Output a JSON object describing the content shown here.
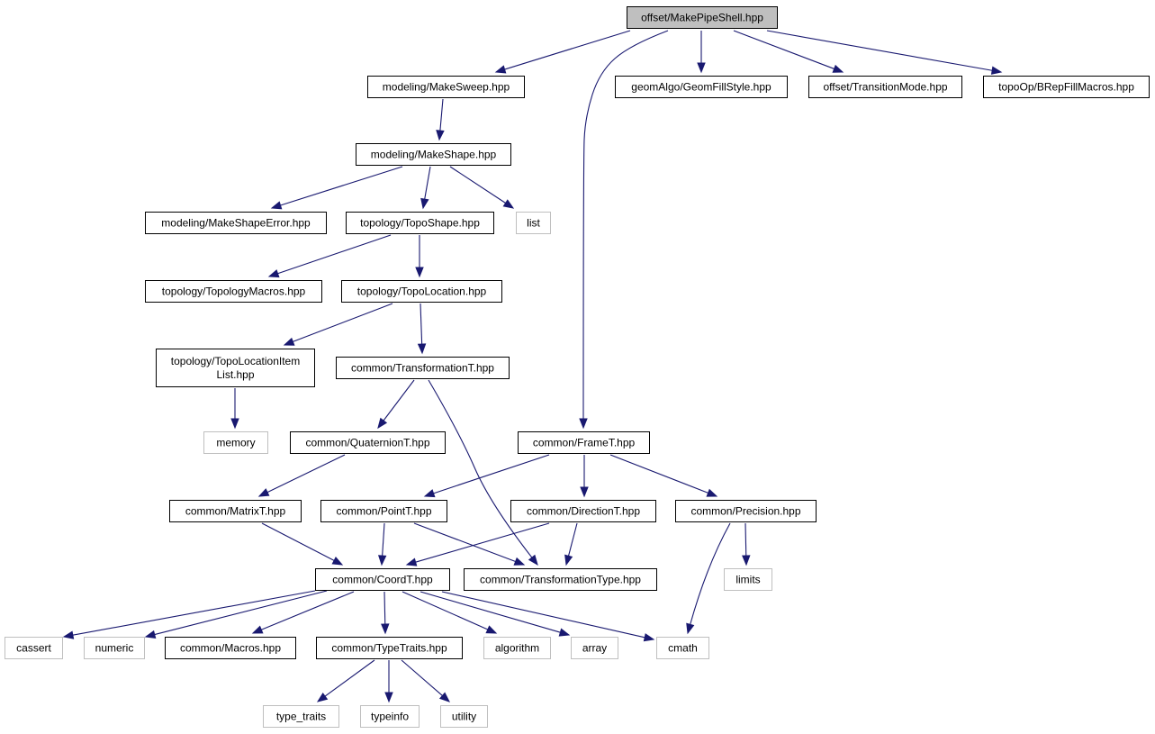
{
  "colors": {
    "edge": "#191970",
    "root_fill": "#bfbfbf",
    "local_border": "#000000",
    "system_border": "#bfbfbf",
    "text": "#000000",
    "background": "#ffffff"
  },
  "nodes": [
    {
      "id": "make_pipe_shell",
      "kind": "root",
      "lines": [
        "offset/MakePipeShell.hpp"
      ]
    },
    {
      "id": "make_sweep",
      "kind": "local",
      "lines": [
        "modeling/MakeSweep.hpp"
      ]
    },
    {
      "id": "geom_fill_style",
      "kind": "local",
      "lines": [
        "geomAlgo/GeomFillStyle.hpp"
      ]
    },
    {
      "id": "transition_mode",
      "kind": "local",
      "lines": [
        "offset/TransitionMode.hpp"
      ]
    },
    {
      "id": "brep_fill_macros",
      "kind": "local",
      "lines": [
        "topoOp/BRepFillMacros.hpp"
      ]
    },
    {
      "id": "make_shape",
      "kind": "local",
      "lines": [
        "modeling/MakeShape.hpp"
      ]
    },
    {
      "id": "make_shape_error",
      "kind": "local",
      "lines": [
        "modeling/MakeShapeError.hpp"
      ]
    },
    {
      "id": "topo_shape",
      "kind": "local",
      "lines": [
        "topology/TopoShape.hpp"
      ]
    },
    {
      "id": "list",
      "kind": "system",
      "lines": [
        "list"
      ]
    },
    {
      "id": "topology_macros",
      "kind": "local",
      "lines": [
        "topology/TopologyMacros.hpp"
      ]
    },
    {
      "id": "topo_location",
      "kind": "local",
      "lines": [
        "topology/TopoLocation.hpp"
      ]
    },
    {
      "id": "topo_location_item_list",
      "kind": "local",
      "lines": [
        "topology/TopoLocationItem",
        "List.hpp"
      ]
    },
    {
      "id": "transformation_t",
      "kind": "local",
      "lines": [
        "common/TransformationT.hpp"
      ]
    },
    {
      "id": "memory",
      "kind": "system",
      "lines": [
        "memory"
      ]
    },
    {
      "id": "quaternion_t",
      "kind": "local",
      "lines": [
        "common/QuaternionT.hpp"
      ]
    },
    {
      "id": "frame_t",
      "kind": "local",
      "lines": [
        "common/FrameT.hpp"
      ]
    },
    {
      "id": "matrix_t",
      "kind": "local",
      "lines": [
        "common/MatrixT.hpp"
      ]
    },
    {
      "id": "point_t",
      "kind": "local",
      "lines": [
        "common/PointT.hpp"
      ]
    },
    {
      "id": "direction_t",
      "kind": "local",
      "lines": [
        "common/DirectionT.hpp"
      ]
    },
    {
      "id": "precision",
      "kind": "local",
      "lines": [
        "common/Precision.hpp"
      ]
    },
    {
      "id": "coord_t",
      "kind": "local",
      "lines": [
        "common/CoordT.hpp"
      ]
    },
    {
      "id": "transformation_type",
      "kind": "local",
      "lines": [
        "common/TransformationType.hpp"
      ]
    },
    {
      "id": "limits",
      "kind": "system",
      "lines": [
        "limits"
      ]
    },
    {
      "id": "cassert",
      "kind": "system",
      "lines": [
        "cassert"
      ]
    },
    {
      "id": "numeric",
      "kind": "system",
      "lines": [
        "numeric"
      ]
    },
    {
      "id": "macros",
      "kind": "local",
      "lines": [
        "common/Macros.hpp"
      ]
    },
    {
      "id": "type_traits_hpp",
      "kind": "local",
      "lines": [
        "common/TypeTraits.hpp"
      ]
    },
    {
      "id": "algorithm",
      "kind": "system",
      "lines": [
        "algorithm"
      ]
    },
    {
      "id": "array",
      "kind": "system",
      "lines": [
        "array"
      ]
    },
    {
      "id": "cmath",
      "kind": "system",
      "lines": [
        "cmath"
      ]
    },
    {
      "id": "type_traits",
      "kind": "system",
      "lines": [
        "type_traits"
      ]
    },
    {
      "id": "typeinfo",
      "kind": "system",
      "lines": [
        "typeinfo"
      ]
    },
    {
      "id": "utility",
      "kind": "system",
      "lines": [
        "utility"
      ]
    }
  ],
  "edges": [
    {
      "from": "make_pipe_shell",
      "to": "make_sweep"
    },
    {
      "from": "make_pipe_shell",
      "to": "geom_fill_style"
    },
    {
      "from": "make_pipe_shell",
      "to": "transition_mode"
    },
    {
      "from": "make_pipe_shell",
      "to": "brep_fill_macros"
    },
    {
      "from": "make_pipe_shell",
      "to": "frame_t"
    },
    {
      "from": "make_sweep",
      "to": "make_shape"
    },
    {
      "from": "make_shape",
      "to": "make_shape_error"
    },
    {
      "from": "make_shape",
      "to": "topo_shape"
    },
    {
      "from": "make_shape",
      "to": "list"
    },
    {
      "from": "topo_shape",
      "to": "topology_macros"
    },
    {
      "from": "topo_shape",
      "to": "topo_location"
    },
    {
      "from": "topo_location",
      "to": "topo_location_item_list"
    },
    {
      "from": "topo_location",
      "to": "transformation_t"
    },
    {
      "from": "topo_location_item_list",
      "to": "memory"
    },
    {
      "from": "transformation_t",
      "to": "quaternion_t"
    },
    {
      "from": "transformation_t",
      "to": "transformation_type"
    },
    {
      "from": "quaternion_t",
      "to": "matrix_t"
    },
    {
      "from": "frame_t",
      "to": "point_t"
    },
    {
      "from": "frame_t",
      "to": "direction_t"
    },
    {
      "from": "frame_t",
      "to": "precision"
    },
    {
      "from": "matrix_t",
      "to": "coord_t"
    },
    {
      "from": "point_t",
      "to": "coord_t"
    },
    {
      "from": "point_t",
      "to": "transformation_type"
    },
    {
      "from": "direction_t",
      "to": "coord_t"
    },
    {
      "from": "direction_t",
      "to": "transformation_type"
    },
    {
      "from": "precision",
      "to": "limits"
    },
    {
      "from": "precision",
      "to": "cmath"
    },
    {
      "from": "coord_t",
      "to": "cassert"
    },
    {
      "from": "coord_t",
      "to": "numeric"
    },
    {
      "from": "coord_t",
      "to": "macros"
    },
    {
      "from": "coord_t",
      "to": "type_traits_hpp"
    },
    {
      "from": "coord_t",
      "to": "algorithm"
    },
    {
      "from": "coord_t",
      "to": "array"
    },
    {
      "from": "coord_t",
      "to": "cmath"
    },
    {
      "from": "type_traits_hpp",
      "to": "type_traits"
    },
    {
      "from": "type_traits_hpp",
      "to": "typeinfo"
    },
    {
      "from": "type_traits_hpp",
      "to": "utility"
    }
  ]
}
